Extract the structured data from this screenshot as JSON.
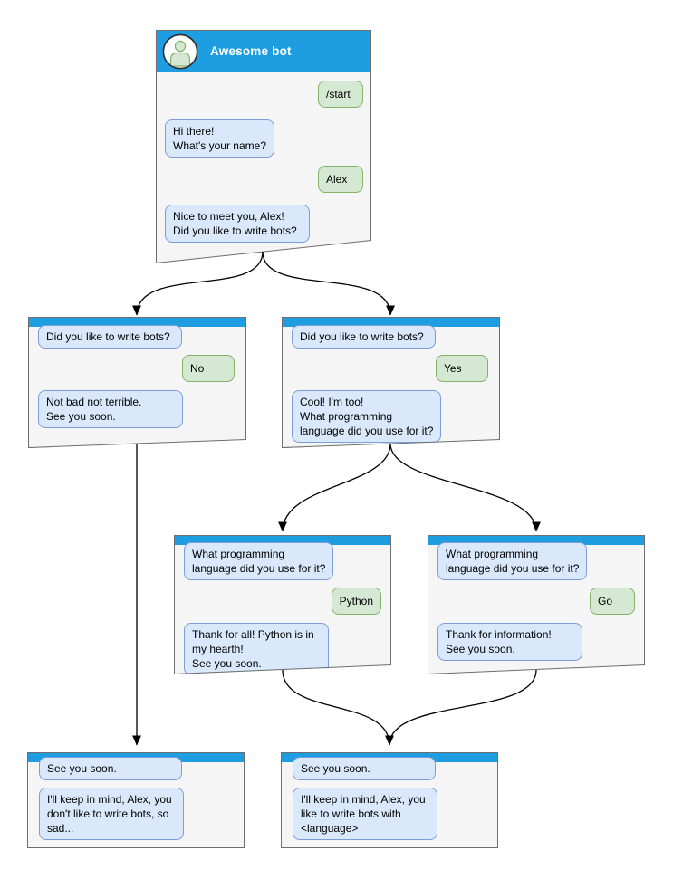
{
  "diagram_type": "chatbot-conversation-flowchart",
  "colors": {
    "header_blue": "#1e9de0",
    "window_bg": "#f5f5f5",
    "window_border": "#6e6e6e",
    "bot_bubble_fill": "#d9e8fb",
    "bot_bubble_border": "#7d9dd9",
    "user_bubble_fill": "#d5e8d4",
    "user_bubble_border": "#82b366",
    "arrow": "#000000"
  },
  "icons": {
    "avatar": "person-icon"
  },
  "windows": [
    {
      "name": "root",
      "title": "Awesome bot",
      "messages": [
        {
          "from": "user",
          "text": "/start"
        },
        {
          "from": "bot",
          "text": "Hi there!\nWhat's your name?"
        },
        {
          "from": "user",
          "text": "Alex"
        },
        {
          "from": "bot",
          "text": "Nice to meet you, Alex!\nDid you like to write bots?"
        }
      ]
    },
    {
      "name": "branch-no",
      "messages": [
        {
          "from": "bot",
          "text": "Did you like to write bots?"
        },
        {
          "from": "user",
          "text": "No"
        },
        {
          "from": "bot",
          "text": "Not bad not terrible.\nSee you soon."
        }
      ]
    },
    {
      "name": "branch-yes",
      "messages": [
        {
          "from": "bot",
          "text": "Did you like to write bots?"
        },
        {
          "from": "user",
          "text": "Yes"
        },
        {
          "from": "bot",
          "text": "Cool! I'm too!\nWhat programming\nlanguage did you use for it?"
        }
      ]
    },
    {
      "name": "branch-python",
      "messages": [
        {
          "from": "bot",
          "text": "What programming\nlanguage did you use for it?"
        },
        {
          "from": "user",
          "text": "Python"
        },
        {
          "from": "bot",
          "text": "Thank for all! Python is in\nmy hearth!\nSee you soon."
        }
      ]
    },
    {
      "name": "branch-go",
      "messages": [
        {
          "from": "bot",
          "text": "What programming\nlanguage did you use for it?"
        },
        {
          "from": "user",
          "text": "Go"
        },
        {
          "from": "bot",
          "text": "Thank for information!\nSee you soon."
        }
      ]
    },
    {
      "name": "end-no",
      "messages": [
        {
          "from": "bot",
          "text": "See you soon."
        },
        {
          "from": "bot",
          "text": "I'll keep in mind, Alex, you\ndon't like to write bots, so\nsad..."
        }
      ]
    },
    {
      "name": "end-yes",
      "messages": [
        {
          "from": "bot",
          "text": "See you soon."
        },
        {
          "from": "bot",
          "text": "I'll keep in mind, Alex, you\nlike to write bots with\n<language>"
        }
      ]
    }
  ]
}
